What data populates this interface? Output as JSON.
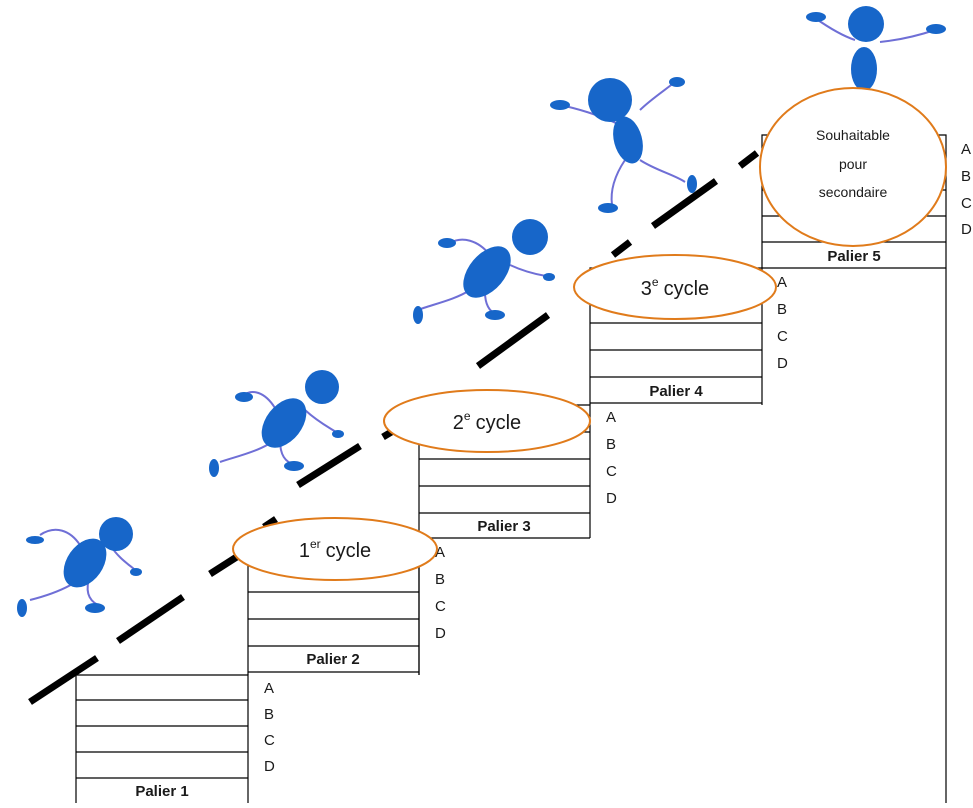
{
  "paliers": [
    {
      "label": "Palier 1",
      "levels": [
        "A",
        "B",
        "C",
        "D"
      ]
    },
    {
      "label": "Palier 2",
      "levels": [
        "A",
        "B",
        "C",
        "D"
      ]
    },
    {
      "label": "Palier 3",
      "levels": [
        "A",
        "B",
        "C",
        "D"
      ]
    },
    {
      "label": "Palier 4",
      "levels": [
        "A",
        "B",
        "C",
        "D"
      ]
    },
    {
      "label": "Palier 5",
      "levels": [
        "A",
        "B",
        "C",
        "D"
      ]
    }
  ],
  "cycles": [
    {
      "num": "1",
      "sup": "er",
      "word": "cycle"
    },
    {
      "num": "2",
      "sup": "e",
      "word": "cycle"
    },
    {
      "num": "3",
      "sup": "e",
      "word": "cycle"
    }
  ],
  "top_label": [
    "Souhaitable",
    "pour",
    "secondaire"
  ],
  "colors": {
    "figure": "#1766c9",
    "limb": "#6f6fd6",
    "ellipse_stroke": "#e07b1b",
    "line": "#000000",
    "dash": "#000000"
  },
  "icons": [
    "runner-figure",
    "jumping-figure",
    "celebrating-figure"
  ]
}
